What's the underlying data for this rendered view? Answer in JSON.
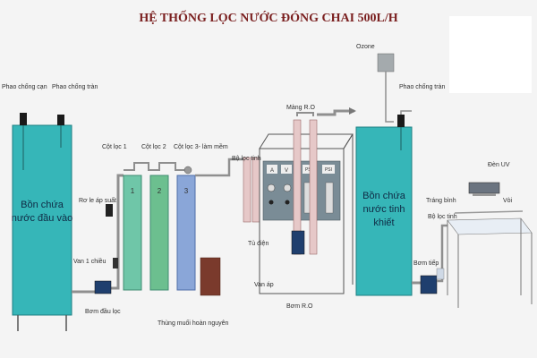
{
  "title": "HỆ THỐNG LỌC NƯỚC ĐÓNG CHAI 500L/H",
  "labels": {
    "float_low": "Phao chống cạn",
    "float_overflow_left": "Phao chống tràn",
    "pressure_relay": "Rơ le áp suất",
    "check_valve": "Van 1 chiều",
    "filter_pump": "Bơm đầu lọc",
    "column_1": "Cột lọc 1",
    "column_2": "Cột lọc 2",
    "column_3": "Cột lọc 3- làm mềm",
    "salt_tank": "Thùng muối hoàn nguyên",
    "fine_filter": "Bộ lọc tinh",
    "ro_membrane": "Màng R.O",
    "electric_cabinet": "Tủ điện",
    "pressure_valve": "Van áp",
    "ro_pump": "Bơm R.O",
    "ozone": "Ozone",
    "float_overflow_right": "Phao chống tràn",
    "uv_lamp": "Đèn UV",
    "bottle_rinse": "Tráng bình",
    "faucet": "Vòi",
    "fine_filter_2": "Bộ lọc tinh",
    "uv_pump": "Bơm tiếp"
  },
  "tanks": {
    "raw_line1": "Bồn chứa",
    "raw_line2": "nước đầu vào",
    "pure_line1": "Bồn chứa",
    "pure_line2": "nước tinh",
    "pure_line3": "khiết"
  },
  "column_numbers": [
    "1",
    "2",
    "3"
  ],
  "panel": {
    "meter_a": "A",
    "meter_v": "V",
    "gauge_1": "PSI",
    "gauge_2": "PSI"
  },
  "colors": {
    "tank_fill": "#36b6b8",
    "column_1": "#6fc6a8",
    "column_2": "#6cbf8f",
    "column_3": "#8aa6d8",
    "pipe": "#8f8f8f",
    "title": "#7a1f1f"
  }
}
